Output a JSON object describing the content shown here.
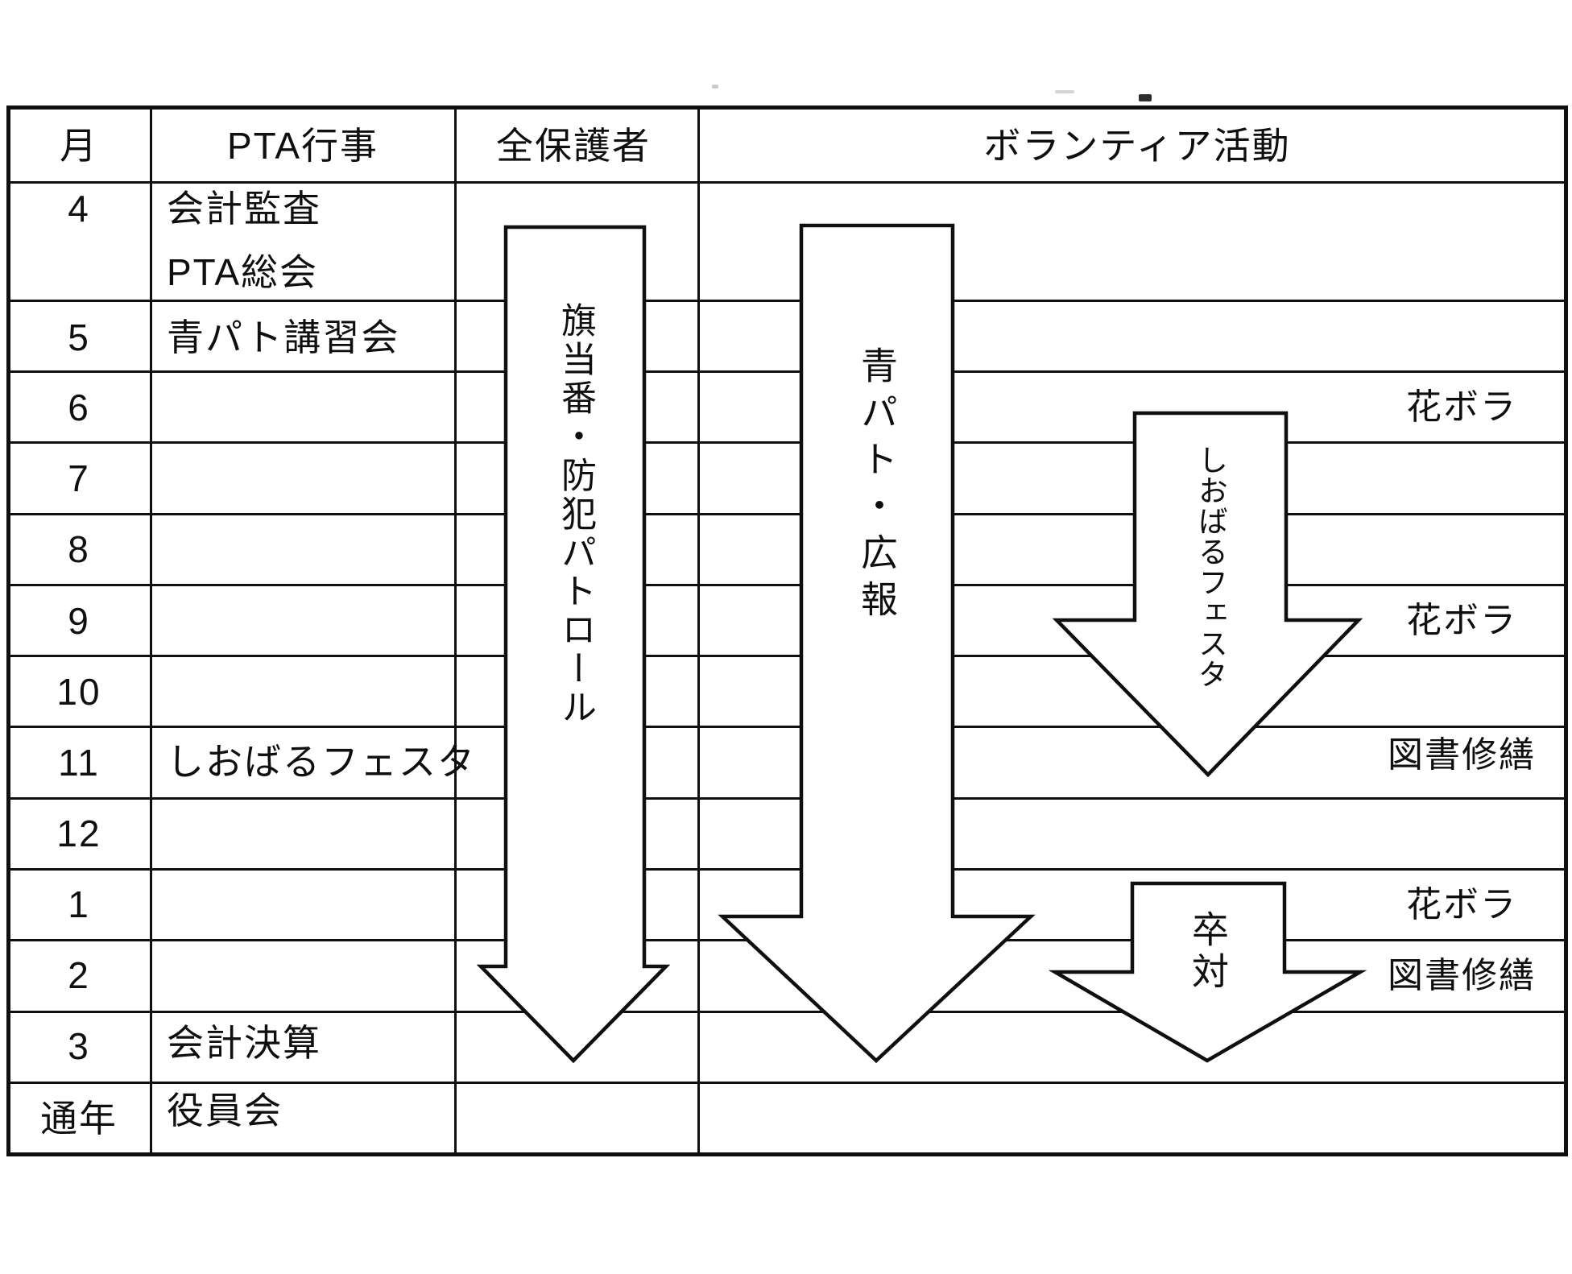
{
  "header": {
    "month": "月",
    "pta_events": "PTA行事",
    "all_guardians": "全保護者",
    "volunteer_activities": "ボランティア活動"
  },
  "schedule": [
    {
      "month": "4",
      "events": [
        "会計監査",
        "PTA総会"
      ]
    },
    {
      "month": "5",
      "events": [
        "青パト講習会"
      ]
    },
    {
      "month": "6",
      "events": []
    },
    {
      "month": "7",
      "events": []
    },
    {
      "month": "8",
      "events": []
    },
    {
      "month": "9",
      "events": []
    },
    {
      "month": "10",
      "events": []
    },
    {
      "month": "11",
      "events": [
        "しおばるフェスタ"
      ]
    },
    {
      "month": "12",
      "events": []
    },
    {
      "month": "1",
      "events": []
    },
    {
      "month": "2",
      "events": []
    },
    {
      "month": "3",
      "events": [
        "会計決算"
      ]
    },
    {
      "month": "通年",
      "events": [
        "役員会"
      ]
    }
  ],
  "arrows": {
    "all_guardians_flow": "旗当番・防犯パトロール",
    "volunteer_flow": "青パト・広報",
    "festa_flow": "しおばるフェスタ",
    "graduation_flow": "卒対"
  },
  "side_labels": [
    {
      "month": "6",
      "text": "花ボラ"
    },
    {
      "month": "9",
      "text": "花ボラ"
    },
    {
      "month": "11",
      "text": "図書修繕"
    },
    {
      "month": "1",
      "text": "花ボラ"
    },
    {
      "month": "2",
      "text": "図書修繕"
    }
  ],
  "colors": {
    "ink": "#0f0f0f",
    "paper": "#ffffff"
  }
}
